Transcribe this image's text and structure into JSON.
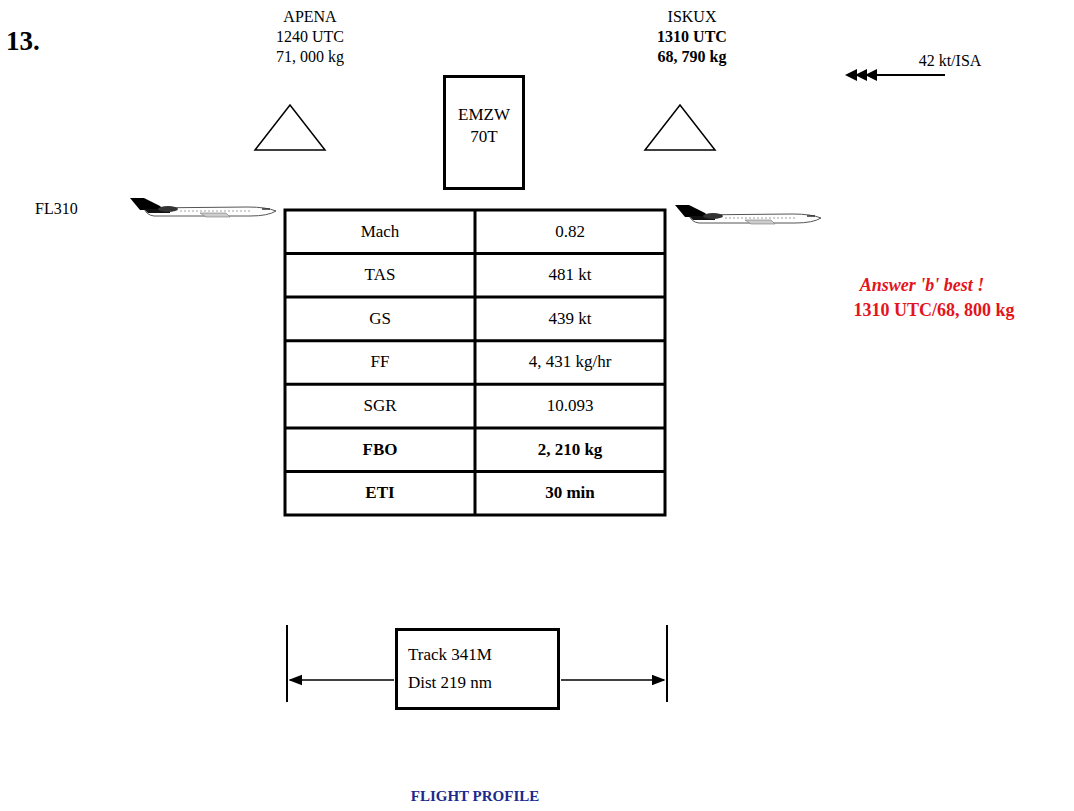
{
  "diagram": {
    "caption": "FLIGHT PROFILE",
    "nodes": [
      {
        "text": [
          "EMZW",
          "70T"
        ]
      },
      {
        "text": [
          "Track 341M",
          "Dist 219 nm"
        ]
      }
    ],
    "labels": [
      "13.",
      "APENA",
      "1240 UTC",
      "71, 000 kg",
      "ISKUX",
      "1310 UTC",
      "68, 790 kg",
      "42 kt/ISA",
      "FL310",
      "Mach",
      "0.82",
      "TAS",
      "481 kt",
      "GS",
      "439 kt",
      "FF",
      "4, 431 kg/hr",
      "SGR",
      "10.093",
      "FBO",
      "2, 210 kg",
      "ETI",
      "30 min",
      "Answer 'b' best !",
      "1310 UTC/68, 800 kg"
    ]
  }
}
